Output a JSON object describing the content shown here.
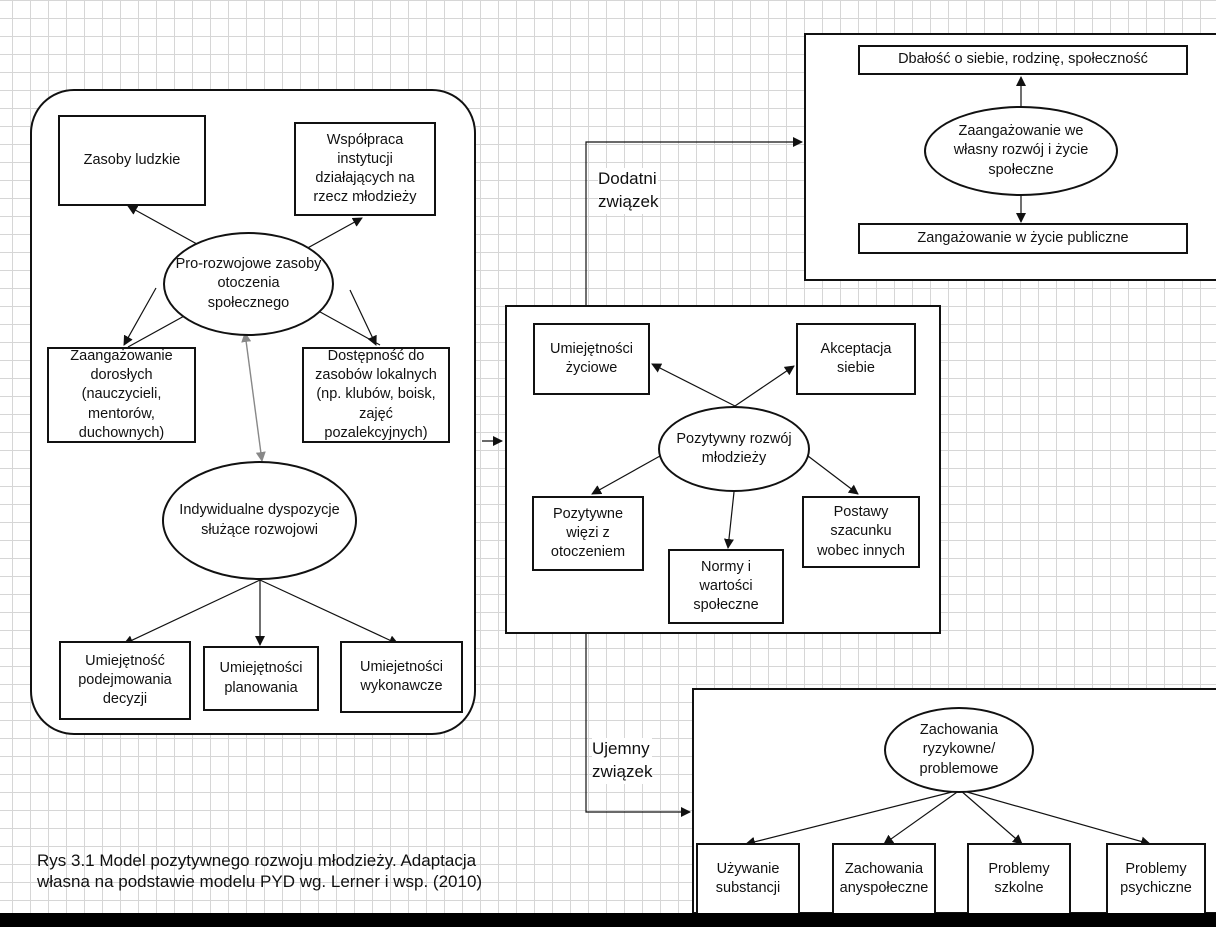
{
  "left_panel": {
    "center": "Pro-rozwojowe zasoby otoczenia społecznego",
    "human_resources": "Zasoby ludzkie",
    "cooperation": "Współpraca instytucji działających na rzecz młodzieży",
    "adults": "Zaangażowanie dorosłych (nauczycieli, mentorów, duchownych)",
    "local_access": "Dostępność do zasobów lokalnych (np. klubów, boisk, zajęć pozalekcyjnych)",
    "individual": "Indywidualne dyspozycje służące rozwojowi",
    "decisions": "Umiejętność podejmowania decyzji",
    "planning": "Umiejętności planowania",
    "executive": "Umiejetności wykonawcze"
  },
  "center_panel": {
    "center": "Pozytywny rozwój młodzieży",
    "life_skills": "Umiejętności życiowe",
    "self_acceptance": "Akceptacja siebie",
    "bonds": "Pozytywne więzi z otoczeniem",
    "norms": "Normy i wartości społeczne",
    "respect": "Postawy szacunku wobec innych"
  },
  "top_panel": {
    "center": "Zaangażowanie we własny rozwój  i życie społeczne",
    "care": "Dbałość o siebie, rodzinę, społeczność",
    "public": "Zangażowanie w życie publiczne"
  },
  "bottom_panel": {
    "center": "Zachowania ryzykowne/ problemowe",
    "substances": "Używanie substancji",
    "antisocial": "Zachowania anyspołeczne",
    "school": "Problemy szkolne",
    "psych": "Problemy psychiczne"
  },
  "links": {
    "positive_line1": "Dodatni",
    "positive_line2": "związek",
    "negative_line1": "Ujemny",
    "negative_line2": "związek"
  },
  "caption": {
    "line1": "Rys 3.1 Model pozytywnego rozwoju młodzieży. Adaptacja",
    "line2": "własna na podstawie  modelu PYD wg. Lerner i wsp. (2010)"
  },
  "colors": {
    "line": "#111111",
    "grey_arrow": "#888888",
    "grid": "#d6d6d6"
  }
}
